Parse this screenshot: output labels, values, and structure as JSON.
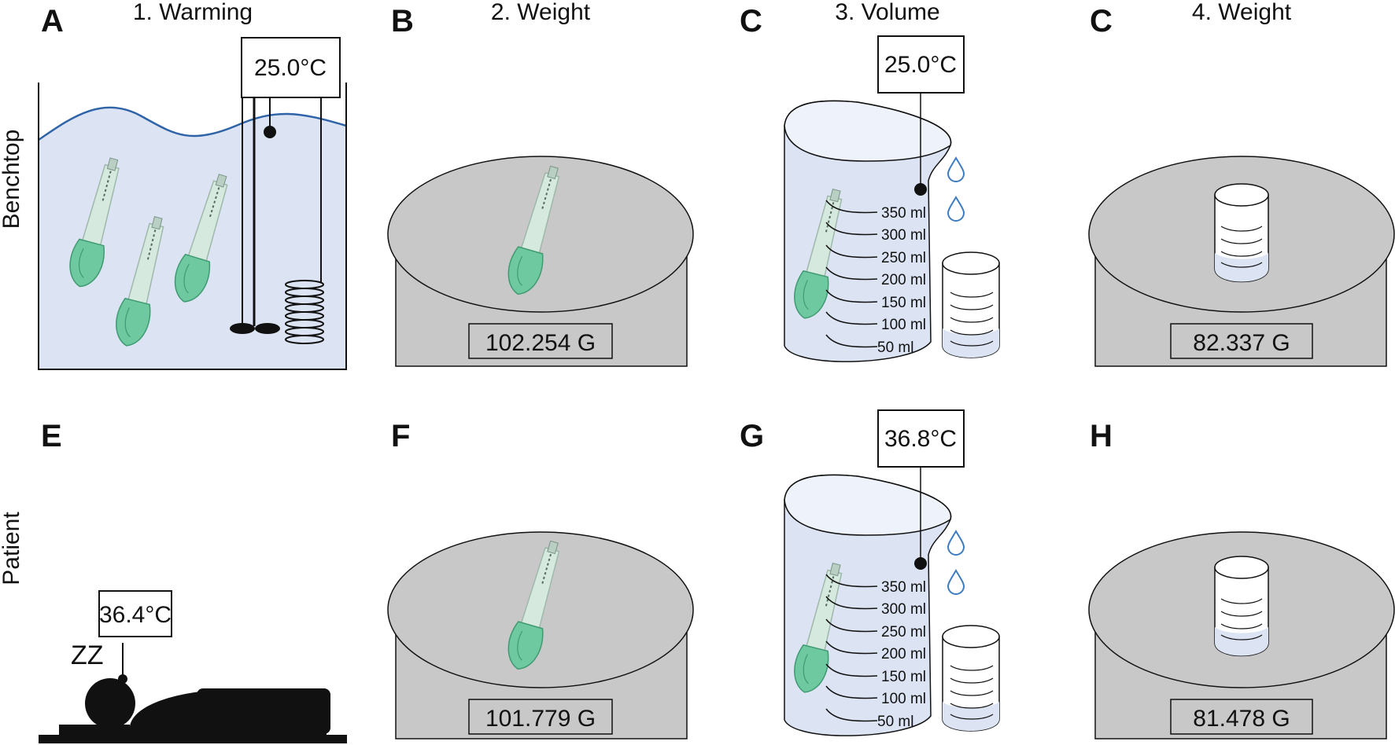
{
  "row_labels": {
    "top": "Benchtop",
    "bottom": "Patient"
  },
  "column_headings": [
    "1. Warming",
    "2. Weight",
    "3. Volume",
    "4. Weight"
  ],
  "panel_letters": {
    "A": "A",
    "B": "B",
    "C1": "C",
    "C2": "C",
    "E": "E",
    "F": "F",
    "G": "G",
    "H": "H"
  },
  "readings": {
    "bath_temp": "25.0°C",
    "benchtop_volume_temp": "25.0°C",
    "patient_temp": "36.4°C",
    "patient_volume_temp": "36.8°C",
    "benchtop_weight_1": "102.254 G",
    "benchtop_weight_2": "82.337 G",
    "patient_weight_1": "101.779 G",
    "patient_weight_2": "81.478 G"
  },
  "beaker_marks": [
    "350 ml",
    "300 ml",
    "250 ml",
    "200 ml",
    "150 ml",
    "100 ml",
    "50 ml"
  ],
  "sleep_text": "ZZ",
  "colors": {
    "water_fill": "#dce4f4",
    "water_line": "#2f63a8",
    "scale_gray": "#c8c8c8",
    "mask_green": "#6ec9a0",
    "mask_tube": "#d6e9df",
    "drop_blue": "#3d7cc1",
    "ink": "#111111"
  },
  "icons": [
    "laryngeal-mask-icon",
    "thermometer-icon",
    "stirrer-icon",
    "heating-coil-icon",
    "water-drop-icon",
    "sleeping-patient-icon"
  ]
}
